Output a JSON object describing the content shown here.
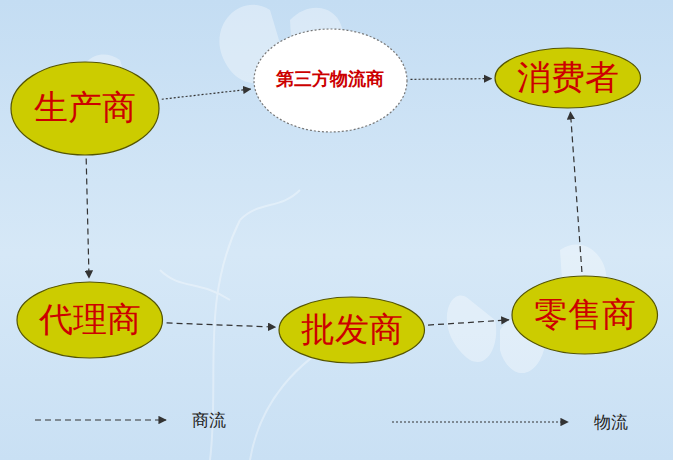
{
  "diagram": {
    "nodes": [
      {
        "text": [
          "生产商"
        ]
      },
      {
        "text": [
          "第三方物流商"
        ]
      },
      {
        "text": [
          "消费者"
        ]
      },
      {
        "text": [
          "代理商"
        ]
      },
      {
        "text": [
          "批发商"
        ]
      },
      {
        "text": [
          "零售商"
        ]
      }
    ],
    "edges": [
      {
        "from": 0,
        "to": 1,
        "arrow": "to"
      },
      {
        "from": 1,
        "to": 2,
        "arrow": "to"
      },
      {
        "from": 0,
        "to": 3,
        "arrow": "to"
      },
      {
        "from": 3,
        "to": 4,
        "arrow": "to"
      },
      {
        "from": 4,
        "to": 5,
        "arrow": "to"
      },
      {
        "from": 5,
        "to": 2,
        "arrow": "to"
      }
    ],
    "legend": [
      {
        "text": "商流"
      },
      {
        "text": "物流"
      }
    ]
  }
}
